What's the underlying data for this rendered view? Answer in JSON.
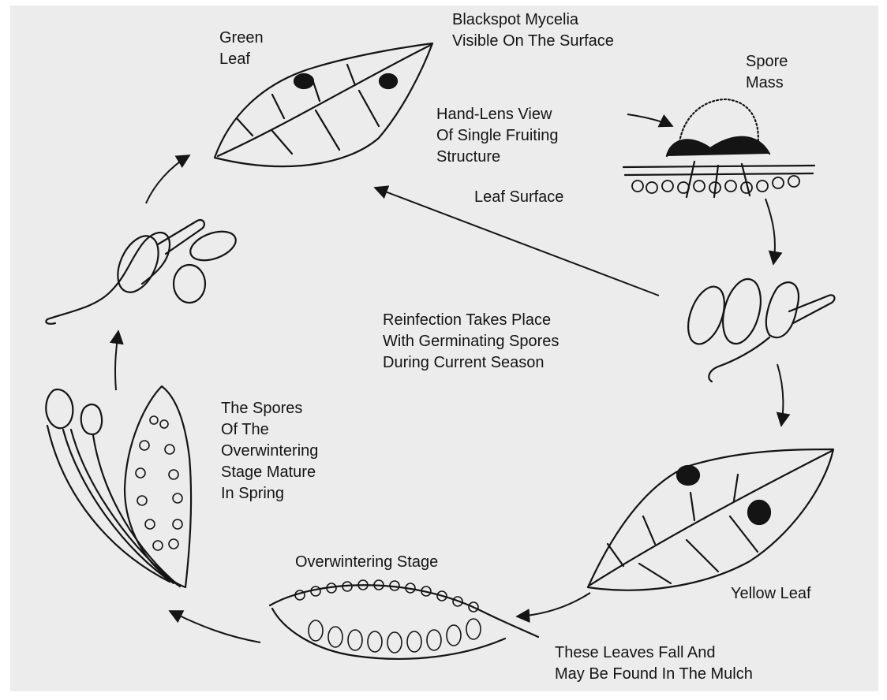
{
  "labels": {
    "green_leaf": "Green\nLeaf",
    "blackspot_mycelia": "Blackspot Mycelia\nVisible On The Surface",
    "spore_mass": "Spore\nMass",
    "hand_lens_view": "Hand-Lens View\nOf Single Fruiting\nStructure",
    "leaf_surface": "Leaf Surface",
    "reinfection": "Reinfection Takes Place\nWith Germinating Spores\nDuring Current Season",
    "spores_overwintering": "The Spores\nOf The\nOverwintering\nStage Mature\nIn Spring",
    "overwintering_stage": "Overwintering Stage",
    "yellow_leaf": "Yellow Leaf",
    "leaves_fall": "These Leaves Fall And\nMay Be Found In The Mulch"
  },
  "colors": {
    "ink": "#141414",
    "paper": "#ececec",
    "background": "#ffffff"
  }
}
